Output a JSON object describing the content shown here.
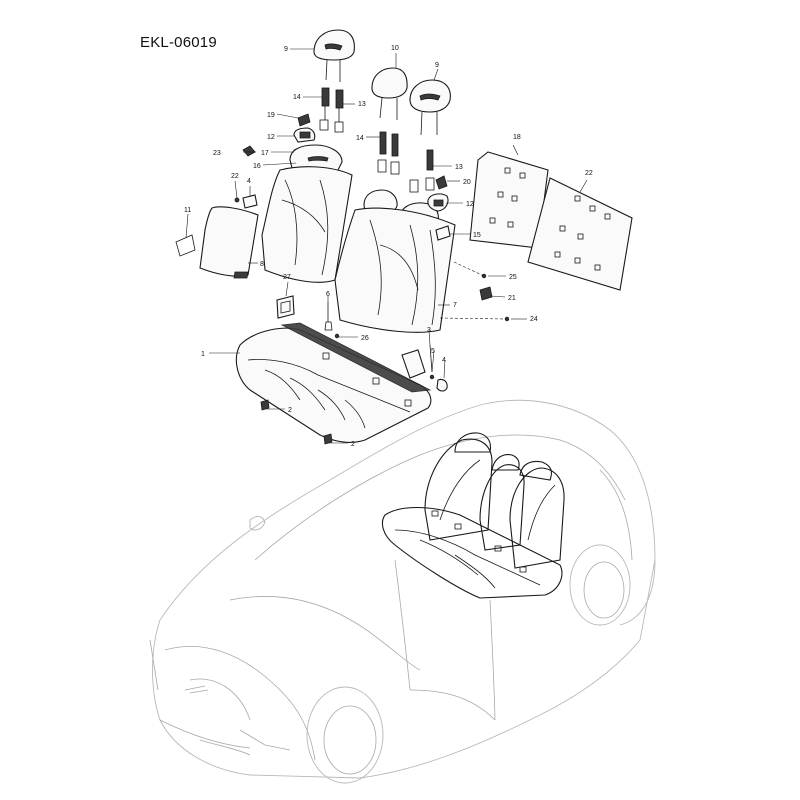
{
  "document": {
    "code": "EKL-06019"
  },
  "callouts": [
    {
      "id": "c1",
      "label": "1"
    },
    {
      "id": "c2a",
      "label": "2"
    },
    {
      "id": "c2b",
      "label": "2"
    },
    {
      "id": "c3",
      "label": "3"
    },
    {
      "id": "c4a",
      "label": "4"
    },
    {
      "id": "c4b",
      "label": "4"
    },
    {
      "id": "c5",
      "label": "5"
    },
    {
      "id": "c6",
      "label": "6"
    },
    {
      "id": "c7",
      "label": "7"
    },
    {
      "id": "c8",
      "label": "8"
    },
    {
      "id": "c9a",
      "label": "9"
    },
    {
      "id": "c9b",
      "label": "9"
    },
    {
      "id": "c10",
      "label": "10"
    },
    {
      "id": "c11",
      "label": "11"
    },
    {
      "id": "c12a",
      "label": "12"
    },
    {
      "id": "c12b",
      "label": "12"
    },
    {
      "id": "c13a",
      "label": "13"
    },
    {
      "id": "c13b",
      "label": "13"
    },
    {
      "id": "c14a",
      "label": "14"
    },
    {
      "id": "c14b",
      "label": "14"
    },
    {
      "id": "c15",
      "label": "15"
    },
    {
      "id": "c16",
      "label": "16"
    },
    {
      "id": "c17",
      "label": "17"
    },
    {
      "id": "c18",
      "label": "18"
    },
    {
      "id": "c19a",
      "label": "19"
    },
    {
      "id": "c19b",
      "label": "19"
    },
    {
      "id": "c20",
      "label": "20"
    },
    {
      "id": "c21",
      "label": "21"
    },
    {
      "id": "c22",
      "label": "22"
    },
    {
      "id": "c23",
      "label": "23"
    },
    {
      "id": "c24",
      "label": "24"
    },
    {
      "id": "c25",
      "label": "25"
    },
    {
      "id": "c26",
      "label": "26"
    },
    {
      "id": "c27",
      "label": "27"
    }
  ]
}
